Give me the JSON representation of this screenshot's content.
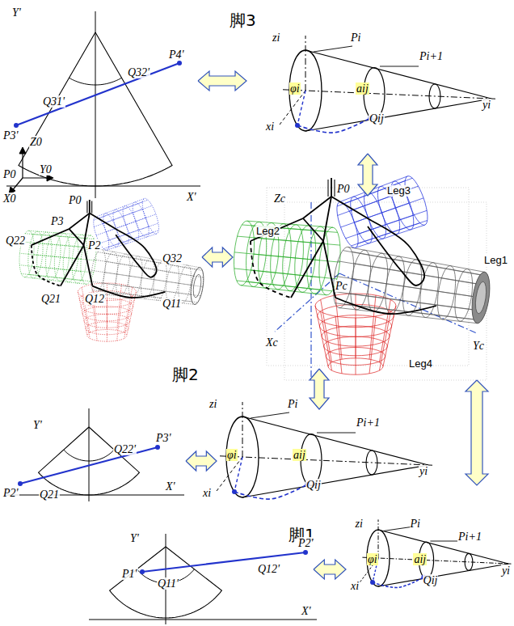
{
  "diagram": {
    "labels": [
      "脚3",
      "Y'",
      "X'",
      "P3'",
      "Q31'",
      "Q32'",
      "P4'",
      "zi",
      "Pi",
      "Pi+1",
      "φi",
      "aij",
      "Qij",
      "xi",
      "yi",
      "Z0",
      "Y0",
      "P0",
      "X0",
      "P0",
      "P3",
      "P2",
      "Q22",
      "Q32",
      "Q21",
      "Q12",
      "Q11",
      "Zc",
      "P0",
      "Leg3",
      "Leg2",
      "Pc",
      "Leg1",
      "Xc",
      "Yc",
      "Leg4",
      "脚2",
      "Y'",
      "X'",
      "P2'",
      "Q21",
      "Q22'",
      "P3'",
      "zi",
      "Pi",
      "Pi+1",
      "φi",
      "aij",
      "Qij",
      "xi",
      "yi",
      "脚1",
      "Y'",
      "X'",
      "P1'",
      "Q11'",
      "Q12'",
      "P2'",
      "zi",
      "Pi",
      "Pi+1",
      "φi",
      "aij",
      "Qij",
      "xi",
      "yi"
    ]
  }
}
